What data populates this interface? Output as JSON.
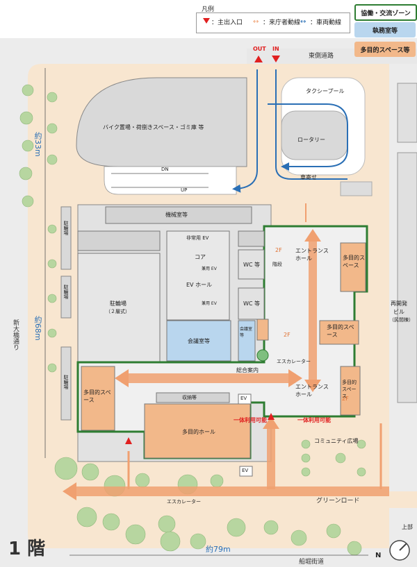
{
  "legend": {
    "title": "凡例",
    "entrance": "：主出入口",
    "visitor_flow": "：来庁者動線",
    "vehicle_flow": "：車両動線",
    "zone_exchange": "協働・交流ゾーン",
    "zone_office": "執務室等",
    "zone_multi": "多目的スペース等"
  },
  "floor_label": "1 階",
  "compass": "N",
  "roads": {
    "east": "東側道路",
    "west": "新大橋通り",
    "south": "船堀街道",
    "green": "グリーンロード"
  },
  "gate": {
    "out": "OUT",
    "in": "IN"
  },
  "dims": {
    "width": "約79m",
    "depth": "約68m",
    "north": "約33m"
  },
  "rooms": {
    "bike": "バイク置場・荷捌きスペース・ゴミ庫 等",
    "dn": "DN",
    "up": "UP",
    "taxi": "タクシープール",
    "rotary": "ロータリー",
    "car_stop": "車寄せ",
    "machine": "機械室等",
    "emergency_ev": "非常用 EV",
    "core": "コア",
    "ev_conf": "兼用 EV",
    "ev_hall": "EV ホール",
    "ev_conf2": "兼用 EV",
    "bicycle_left1": "駐輪場",
    "bicycle_left2": "駐輪場",
    "bicycle_left3": "駐輪場",
    "bicycle_main": "駐輪場",
    "bicycle_main_sub": "（２層式）",
    "meeting": "会議室等",
    "meeting2": "会議室等",
    "wc1": "WC 等",
    "wc2": "WC 等",
    "stairs": "階段",
    "entrance_hall1": "エントランスホール",
    "entrance_hall2": "エントランスホール",
    "multi_ne": "多目的スペース",
    "multi_e": "多目的スペース",
    "multi_se": "多目的スペース",
    "multi_w": "多目的スペース",
    "multi_hall": "多目的ホール",
    "escalator": "エスカレーター",
    "escalator2": "エスカレーター",
    "info": "総合案内",
    "storage": "収納等",
    "ev_small1": "EV",
    "ev_small2": "EV",
    "twof1": "2F",
    "twof2": "2F",
    "twof3": "2F",
    "joint1": "一体利用可能",
    "joint2": "一体利用可能",
    "community": "コミュニティ広場",
    "redevelop": "再開発ビル（民間棟）",
    "redevelop_line1": "再開発",
    "redevelop_line2": "ビル",
    "redevelop_line3": "（民間棟）",
    "top_right": "上部"
  },
  "colors": {
    "exchange_zone": "#2e7d32",
    "office_zone": "#b9d6ee",
    "multi_zone": "#f2b88a",
    "visitor_arrow": "#f0a070",
    "vehicle_arrow": "#2a6fb5",
    "entrance_marker": "#e02020",
    "site_bg": "#f8e6d0",
    "building": "#e0e0e0"
  }
}
